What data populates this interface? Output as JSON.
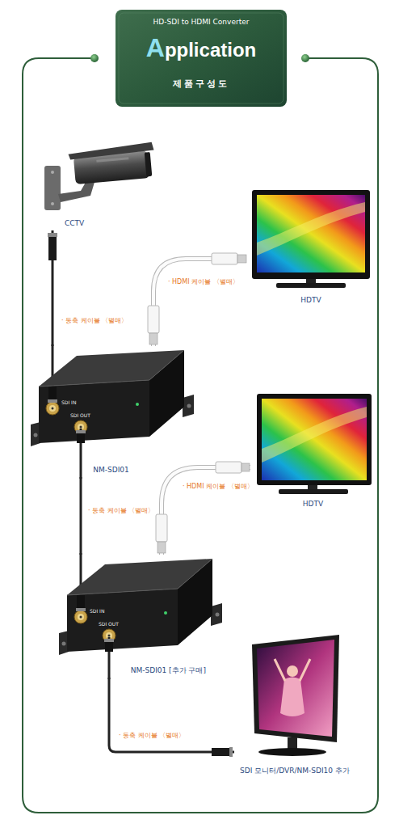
{
  "diagram": {
    "title": "Application",
    "nodes": [
      {
        "text": [
          "CCTV"
        ]
      },
      {
        "text": [
          "HDTV"
        ]
      },
      {
        "text": [
          "NM-SDI01"
        ]
      },
      {
        "text": [
          "HDTV"
        ]
      },
      {
        "text": [
          "NM-SDI01 [추가 구매]"
        ]
      },
      {
        "text": [
          "SDI 모니터/DVR/NM-SDI10 추가"
        ]
      }
    ],
    "edges": [
      {
        "from": 0,
        "to": 2,
        "arrow": "none",
        "label": "· 동축 케이블 〈별매〉"
      },
      {
        "from": 2,
        "to": 1,
        "arrow": "none",
        "label": "· HDMI 케이블 〈별매〉"
      },
      {
        "from": 2,
        "to": 4,
        "arrow": "none",
        "label": "· 동축 케이블 〈별매〉"
      },
      {
        "from": 4,
        "to": 3,
        "arrow": "none",
        "label": "· HDMI 케이블 〈별매〉"
      },
      {
        "from": 4,
        "to": 5,
        "arrow": "none",
        "label": "· 동축 케이블 〈별매〉"
      }
    ],
    "labels": [
      "HD-SDI to HDMI Converter",
      "제품구성도",
      "SDI IN",
      "SDI OUT",
      "SDI IN",
      "SDI OUT"
    ]
  }
}
